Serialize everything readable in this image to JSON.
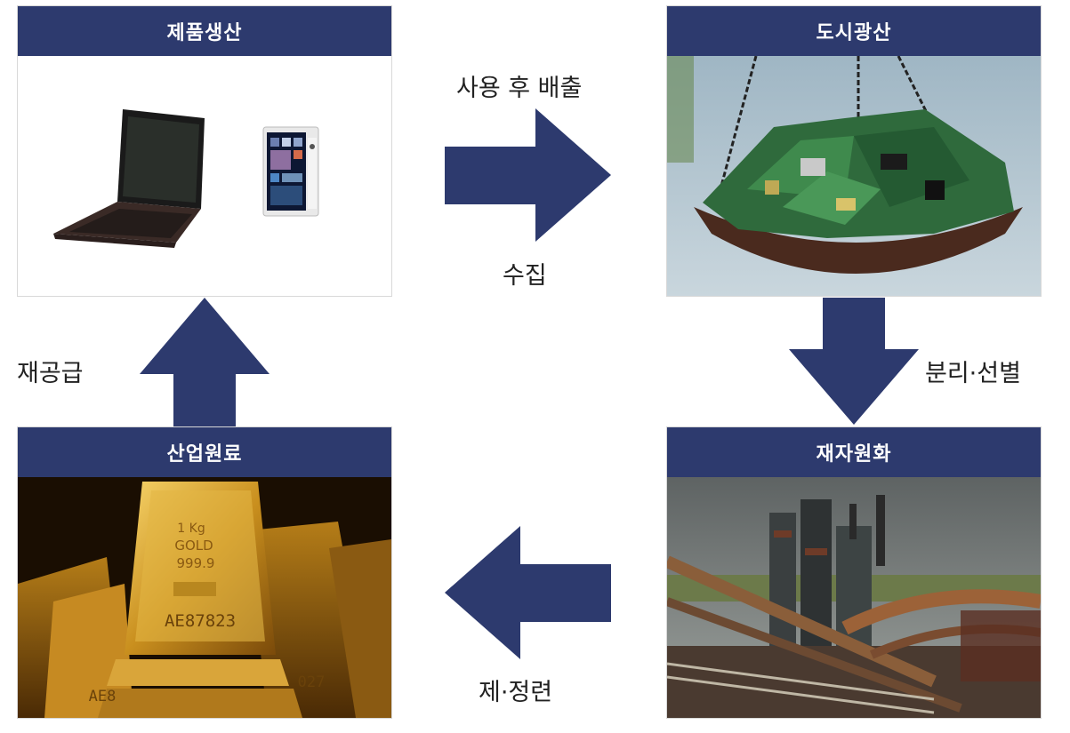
{
  "boxes": {
    "product": {
      "title": "제품생산"
    },
    "urban_mine": {
      "title": "도시광산"
    },
    "recycle": {
      "title": "재자원화"
    },
    "raw": {
      "title": "산업원료",
      "gold_text": {
        "line1": "1 Kg",
        "line2": "GOLD",
        "line3": "999.9",
        "serial": "AE87823",
        "bottom_left": "AE8",
        "bottom_right": "027"
      }
    }
  },
  "flow_labels": {
    "use_discharge": "사용 후 배출",
    "collect": "수집",
    "separate_sort": "분리·선별",
    "refine": "제·정련",
    "resupply": "재공급"
  },
  "colors": {
    "header": "#2d3a6e",
    "arrow": "#2d3a6e"
  }
}
